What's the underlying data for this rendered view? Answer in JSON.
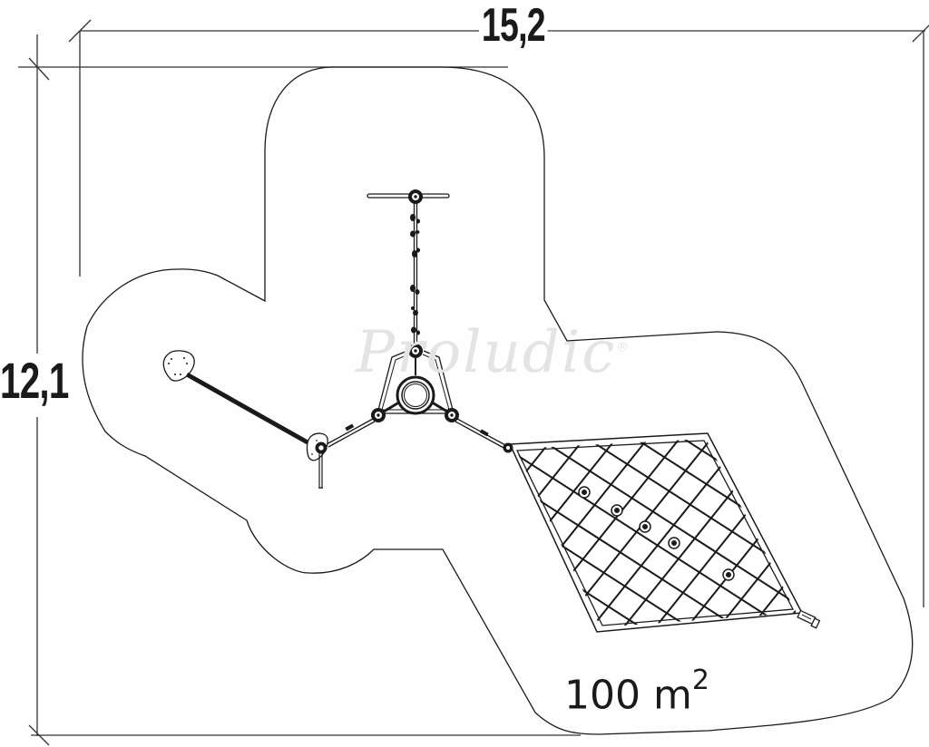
{
  "diagram": {
    "type": "playground-equipment-plan",
    "dimensions": {
      "width_label": "15,2",
      "height_label": "12,1",
      "area_value": "100 m",
      "area_unit_superscript": "2"
    },
    "watermark": {
      "text": "Proludic",
      "registered_mark": "®"
    },
    "components": [
      {
        "name": "t-bar-top-anchor"
      },
      {
        "name": "climbing-rope-with-holds"
      },
      {
        "name": "central-ring-hub"
      },
      {
        "name": "stepping-pod-left"
      },
      {
        "name": "balance-beam-rope"
      },
      {
        "name": "stepping-pod-with-post"
      },
      {
        "name": "climbing-net-panel"
      },
      {
        "name": "ground-anchor"
      }
    ],
    "colors": {
      "line": "#1a1a1a",
      "watermark": "#e4e4e4",
      "background": "#fefefe"
    }
  }
}
